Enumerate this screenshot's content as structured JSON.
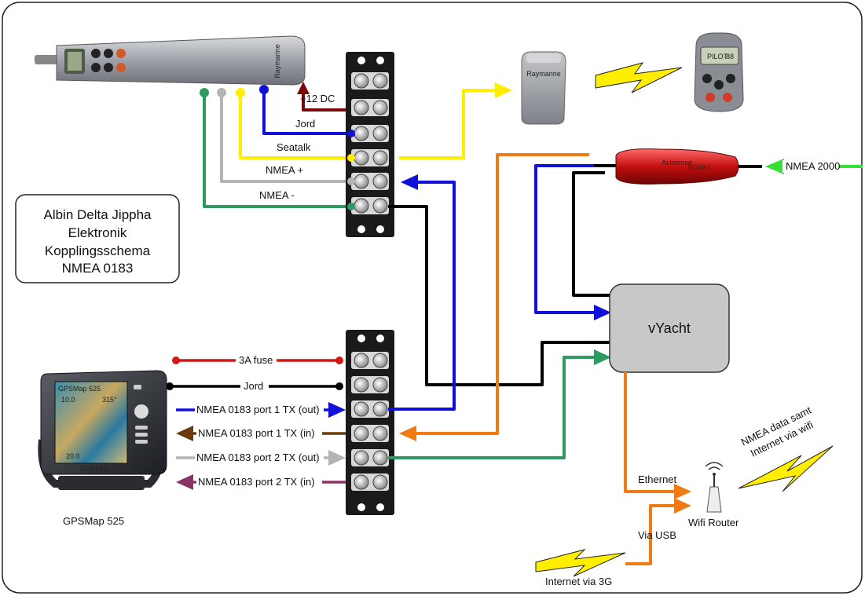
{
  "title": {
    "lines": [
      "Albin Delta Jippha",
      "Elektronik",
      "Kopplingsschema",
      "NMEA 0183"
    ]
  },
  "top_block_labels": {
    "dc": "+12 DC",
    "jord": "Jord",
    "seatalk": "Seatalk",
    "nmea_plus": "NMEA +",
    "nmea_minus": "NMEA -"
  },
  "bottom_block_labels": {
    "fuse": "3A fuse",
    "jord": "Jord",
    "p1_out": "NMEA 0183 port 1 TX (out)",
    "p1_in": "NMEA 0183 port 1 TX (in)",
    "p2_out": "NMEA 0183 port 2 TX (out)",
    "p2_in": "NMEA 0183 port 2 TX (in)"
  },
  "devices": {
    "gps_caption": "GPSMap 525",
    "gps_brand": "GARMIN",
    "gps_model": "GPSMap 525",
    "gps_screen_a": "10.0",
    "gps_screen_b": "315°",
    "gps_screen_c": "20.0",
    "autopilot_brand": "Raymarine",
    "pod_brand": "Raymarine",
    "remote_display": "PILOT",
    "remote_digits": "88",
    "gateway_brand": "Actisense",
    "gateway_model": "NGW-1",
    "vyacht": "vYacht",
    "router": "Wifi Router"
  },
  "network_labels": {
    "nmea2000": "NMEA 2000",
    "ethernet": "Ethernet",
    "via_usb": "Via USB",
    "internet_3g": "Internet via 3G",
    "wifi_note_1": "NMEA data samt",
    "wifi_note_2": "Internet via wifi"
  },
  "colors": {
    "red": "#d11818",
    "darkred": "#7a0a0a",
    "black": "#000000",
    "blue": "#1010d8",
    "brown": "#6a3a10",
    "gray": "#b4b4b4",
    "purple": "#8a3466",
    "yellow": "#ffee00",
    "green": "#2e9a62",
    "orange": "#f07a14",
    "lime": "#34e034"
  }
}
